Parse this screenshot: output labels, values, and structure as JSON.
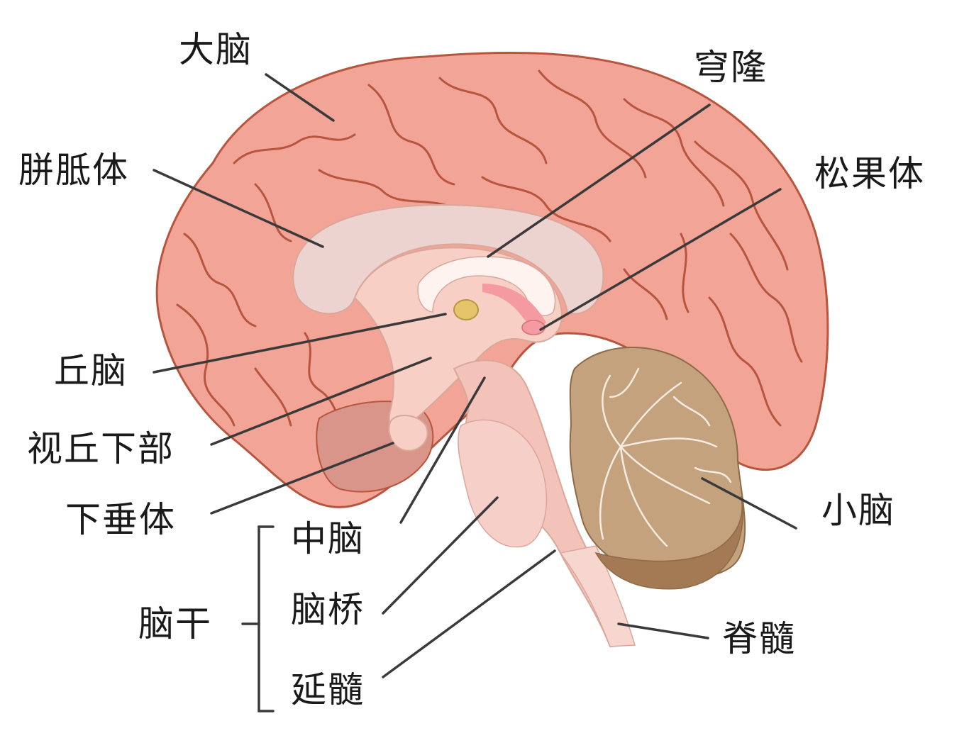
{
  "colors": {
    "cortex_fill": "#f2a596",
    "cortex_stroke": "#b8553f",
    "corpus_callosum": "#ecd3cf",
    "inner_fill": "#f8cfc4",
    "brainstem": "#f3c2b8",
    "cerebellum": "#c4a27e",
    "cerebellum_dark": "#a47a55",
    "pineal": "#e6c56a",
    "leader_line": "#3a3a3a"
  },
  "labels": {
    "cerebrum": "大脑",
    "corpus_callosum": "胼胝体",
    "fornix": "穹隆",
    "pineal_body": "松果体",
    "thalamus": "丘脑",
    "hypothalamus": "视丘下部",
    "pituitary": "下垂体",
    "brainstem": "脑干",
    "midbrain": "中脑",
    "pons": "脑桥",
    "medulla": "延髓",
    "cerebellum": "小脑",
    "spinal_cord": "脊髓"
  }
}
